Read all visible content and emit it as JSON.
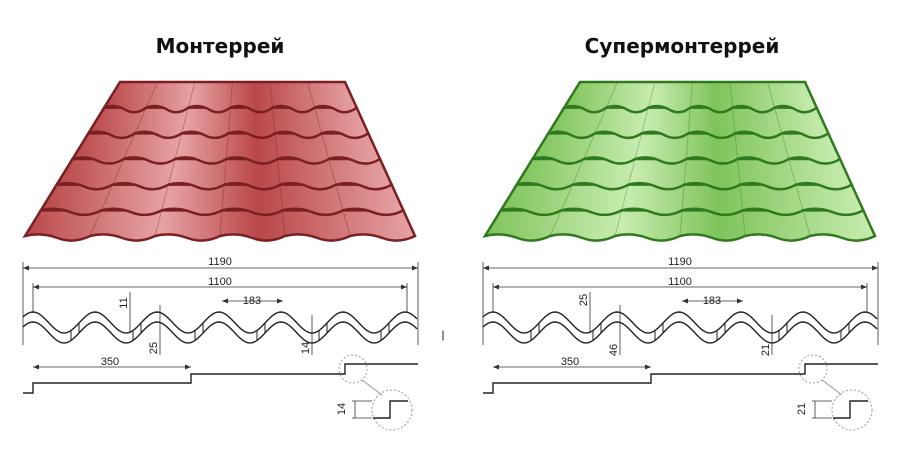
{
  "panels": [
    {
      "title": "Монтеррей",
      "color": "#b9474a",
      "dark": "#7a1f22",
      "light": "#e7a3a3",
      "dims": {
        "overall": "1190",
        "useful": "1100",
        "step": "183",
        "top_height": "11",
        "total_height": "25",
        "wave_height": "14",
        "module": "350",
        "step_height": "14"
      }
    },
    {
      "title": "Супермонтеррей",
      "color": "#7fc35a",
      "dark": "#2f7a1e",
      "light": "#c8ecb0",
      "dims": {
        "overall": "1190",
        "useful": "1100",
        "step": "183",
        "top_height": "25",
        "total_height": "46",
        "wave_height": "21",
        "module": "350",
        "step_height": "21"
      }
    }
  ]
}
